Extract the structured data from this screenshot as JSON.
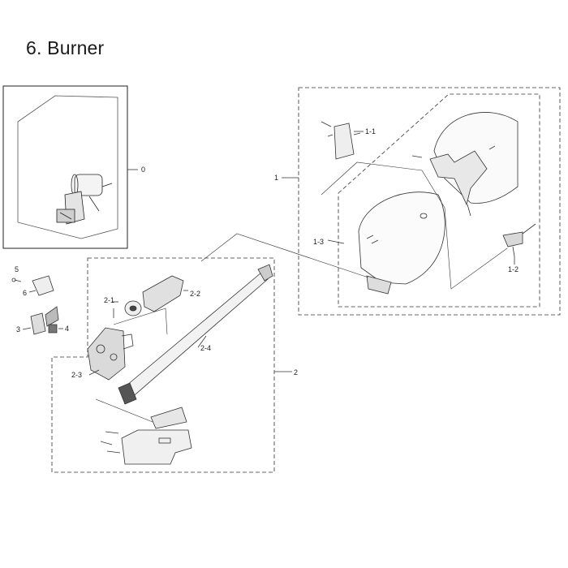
{
  "page": {
    "title": "6. Burner"
  },
  "labels": {
    "main_unit": "0",
    "drum_assembly": "1",
    "bracket_upper": "1-1",
    "sensor_right": "1-2",
    "drum_housing": "1-3",
    "valve_assembly": "2",
    "igniter_screw": "2-1",
    "burner_nozzle": "2-2",
    "gas_valve": "2-3",
    "burner_tube": "2-4",
    "coil_unit": "3",
    "clip": "4",
    "screw": "5",
    "bracket_small": "6"
  }
}
